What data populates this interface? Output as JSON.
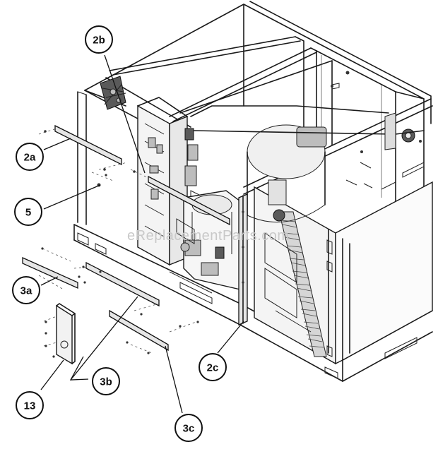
{
  "watermark": "eReplacementParts.com",
  "callouts": [
    {
      "id": "2b",
      "label": "2b"
    },
    {
      "id": "2a",
      "label": "2a"
    },
    {
      "id": "5",
      "label": "5"
    },
    {
      "id": "3a",
      "label": "3a"
    },
    {
      "id": "13",
      "label": "13"
    },
    {
      "id": "3b",
      "label": "3b"
    },
    {
      "id": "3c",
      "label": "3c"
    },
    {
      "id": "2c",
      "label": "2c"
    }
  ]
}
